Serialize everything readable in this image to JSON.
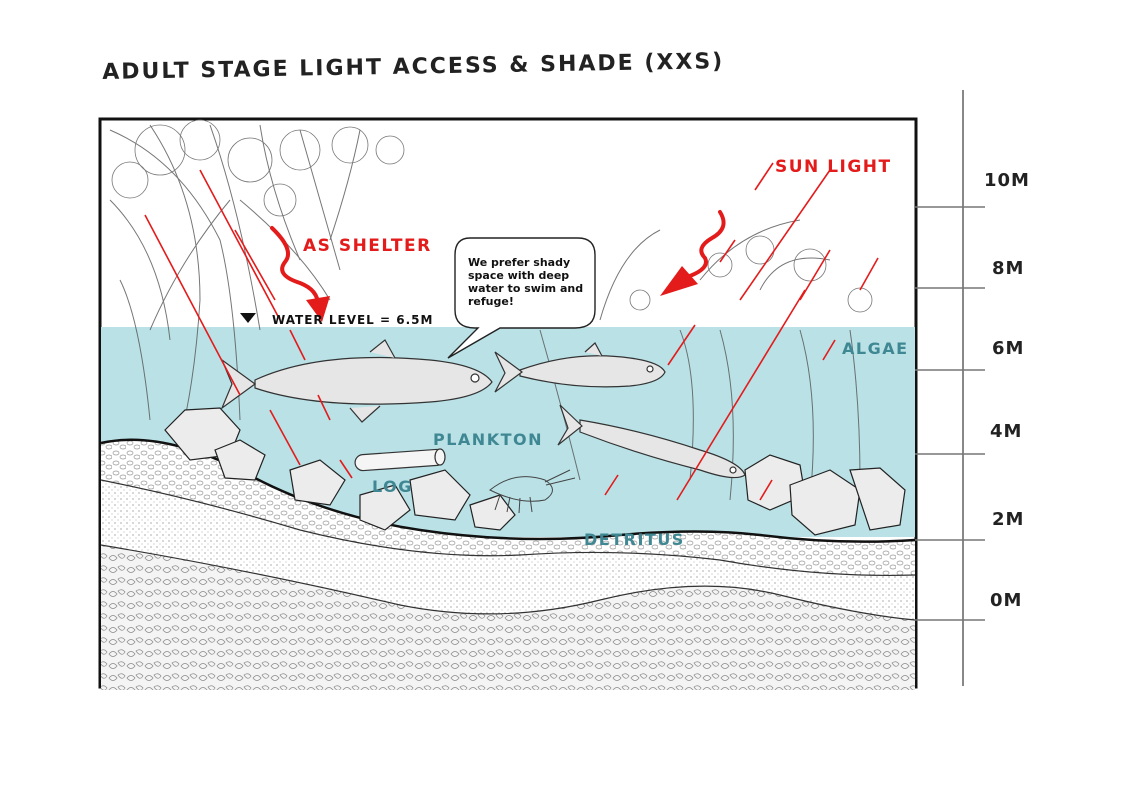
{
  "title": "ADULT STAGE LIGHT ACCESS & SHADE (XXS)",
  "labels": {
    "sun_light": "SUN LIGHT",
    "as_shelter": "AS SHELTER",
    "water_level": "WATER LEVEL = 6.5M",
    "algae": "ALGAE",
    "plankton": "PLANKTON",
    "log": "LOG",
    "detritus": "DETRITUS"
  },
  "speech_bubble": "We prefer shady space with deep water to swim and refuge!",
  "scale": [
    "10M",
    "8M",
    "6M",
    "4M",
    "2M",
    "0M"
  ],
  "colors": {
    "red": "#e41b1b",
    "teal": "#3f8893",
    "water": "#b9e1e6"
  }
}
